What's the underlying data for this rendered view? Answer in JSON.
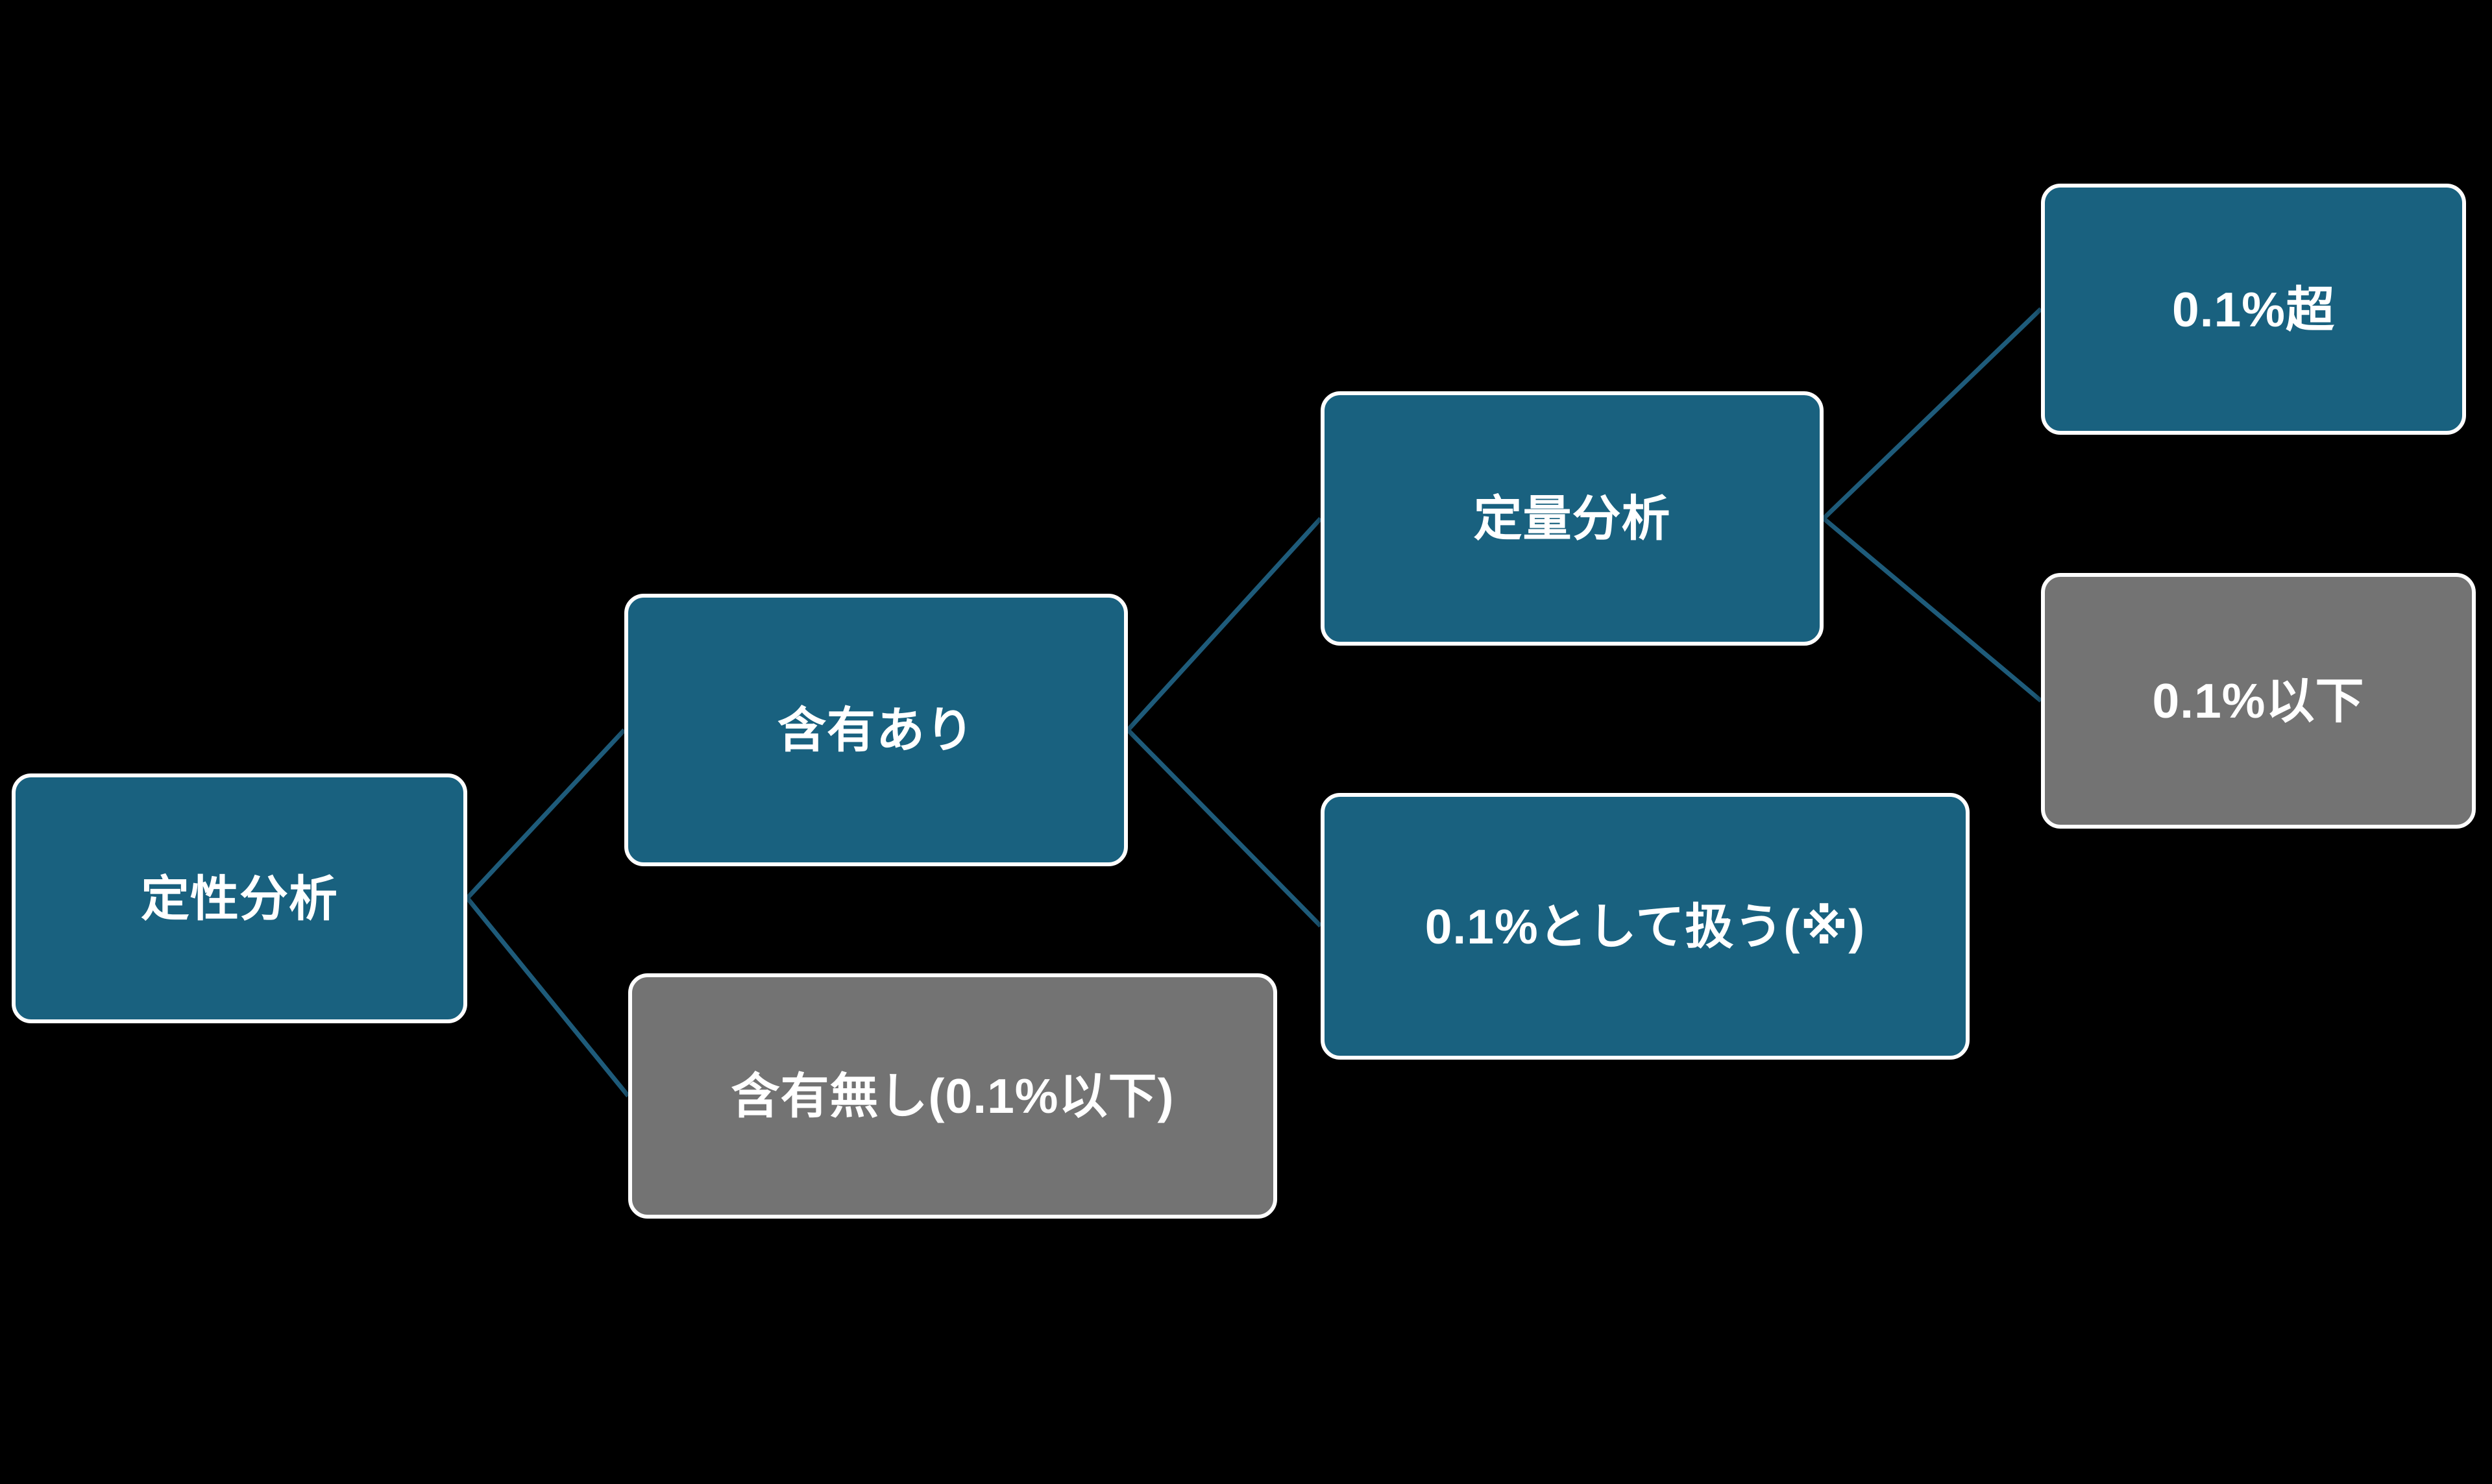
{
  "diagram": {
    "type": "decision-tree-flowchart",
    "background_color": "#000000",
    "colors": {
      "node_primary_fill": "#19617F",
      "node_secondary_fill": "#737373",
      "node_border": "#FFFFFF",
      "connector": "#1E5B7A",
      "text": "#FFFFFF"
    },
    "nodes": [
      {
        "id": "qualitative",
        "label": "定性分析",
        "style": "primary"
      },
      {
        "id": "contains",
        "label": "含有あり",
        "style": "primary"
      },
      {
        "id": "no-content",
        "label": "含有無し(0.1%以下)",
        "style": "secondary"
      },
      {
        "id": "quantitative",
        "label": "定量分析",
        "style": "primary"
      },
      {
        "id": "treat-as-01",
        "label": "0.1%として扱う(※)",
        "style": "primary"
      },
      {
        "id": "over-01",
        "label": "0.1%超",
        "style": "primary"
      },
      {
        "id": "under-01",
        "label": "0.1%以下",
        "style": "secondary"
      }
    ],
    "edges": [
      {
        "from": "qualitative",
        "to": "contains"
      },
      {
        "from": "qualitative",
        "to": "no-content"
      },
      {
        "from": "contains",
        "to": "quantitative"
      },
      {
        "from": "contains",
        "to": "treat-as-01"
      },
      {
        "from": "quantitative",
        "to": "over-01"
      },
      {
        "from": "quantitative",
        "to": "under-01"
      }
    ]
  }
}
